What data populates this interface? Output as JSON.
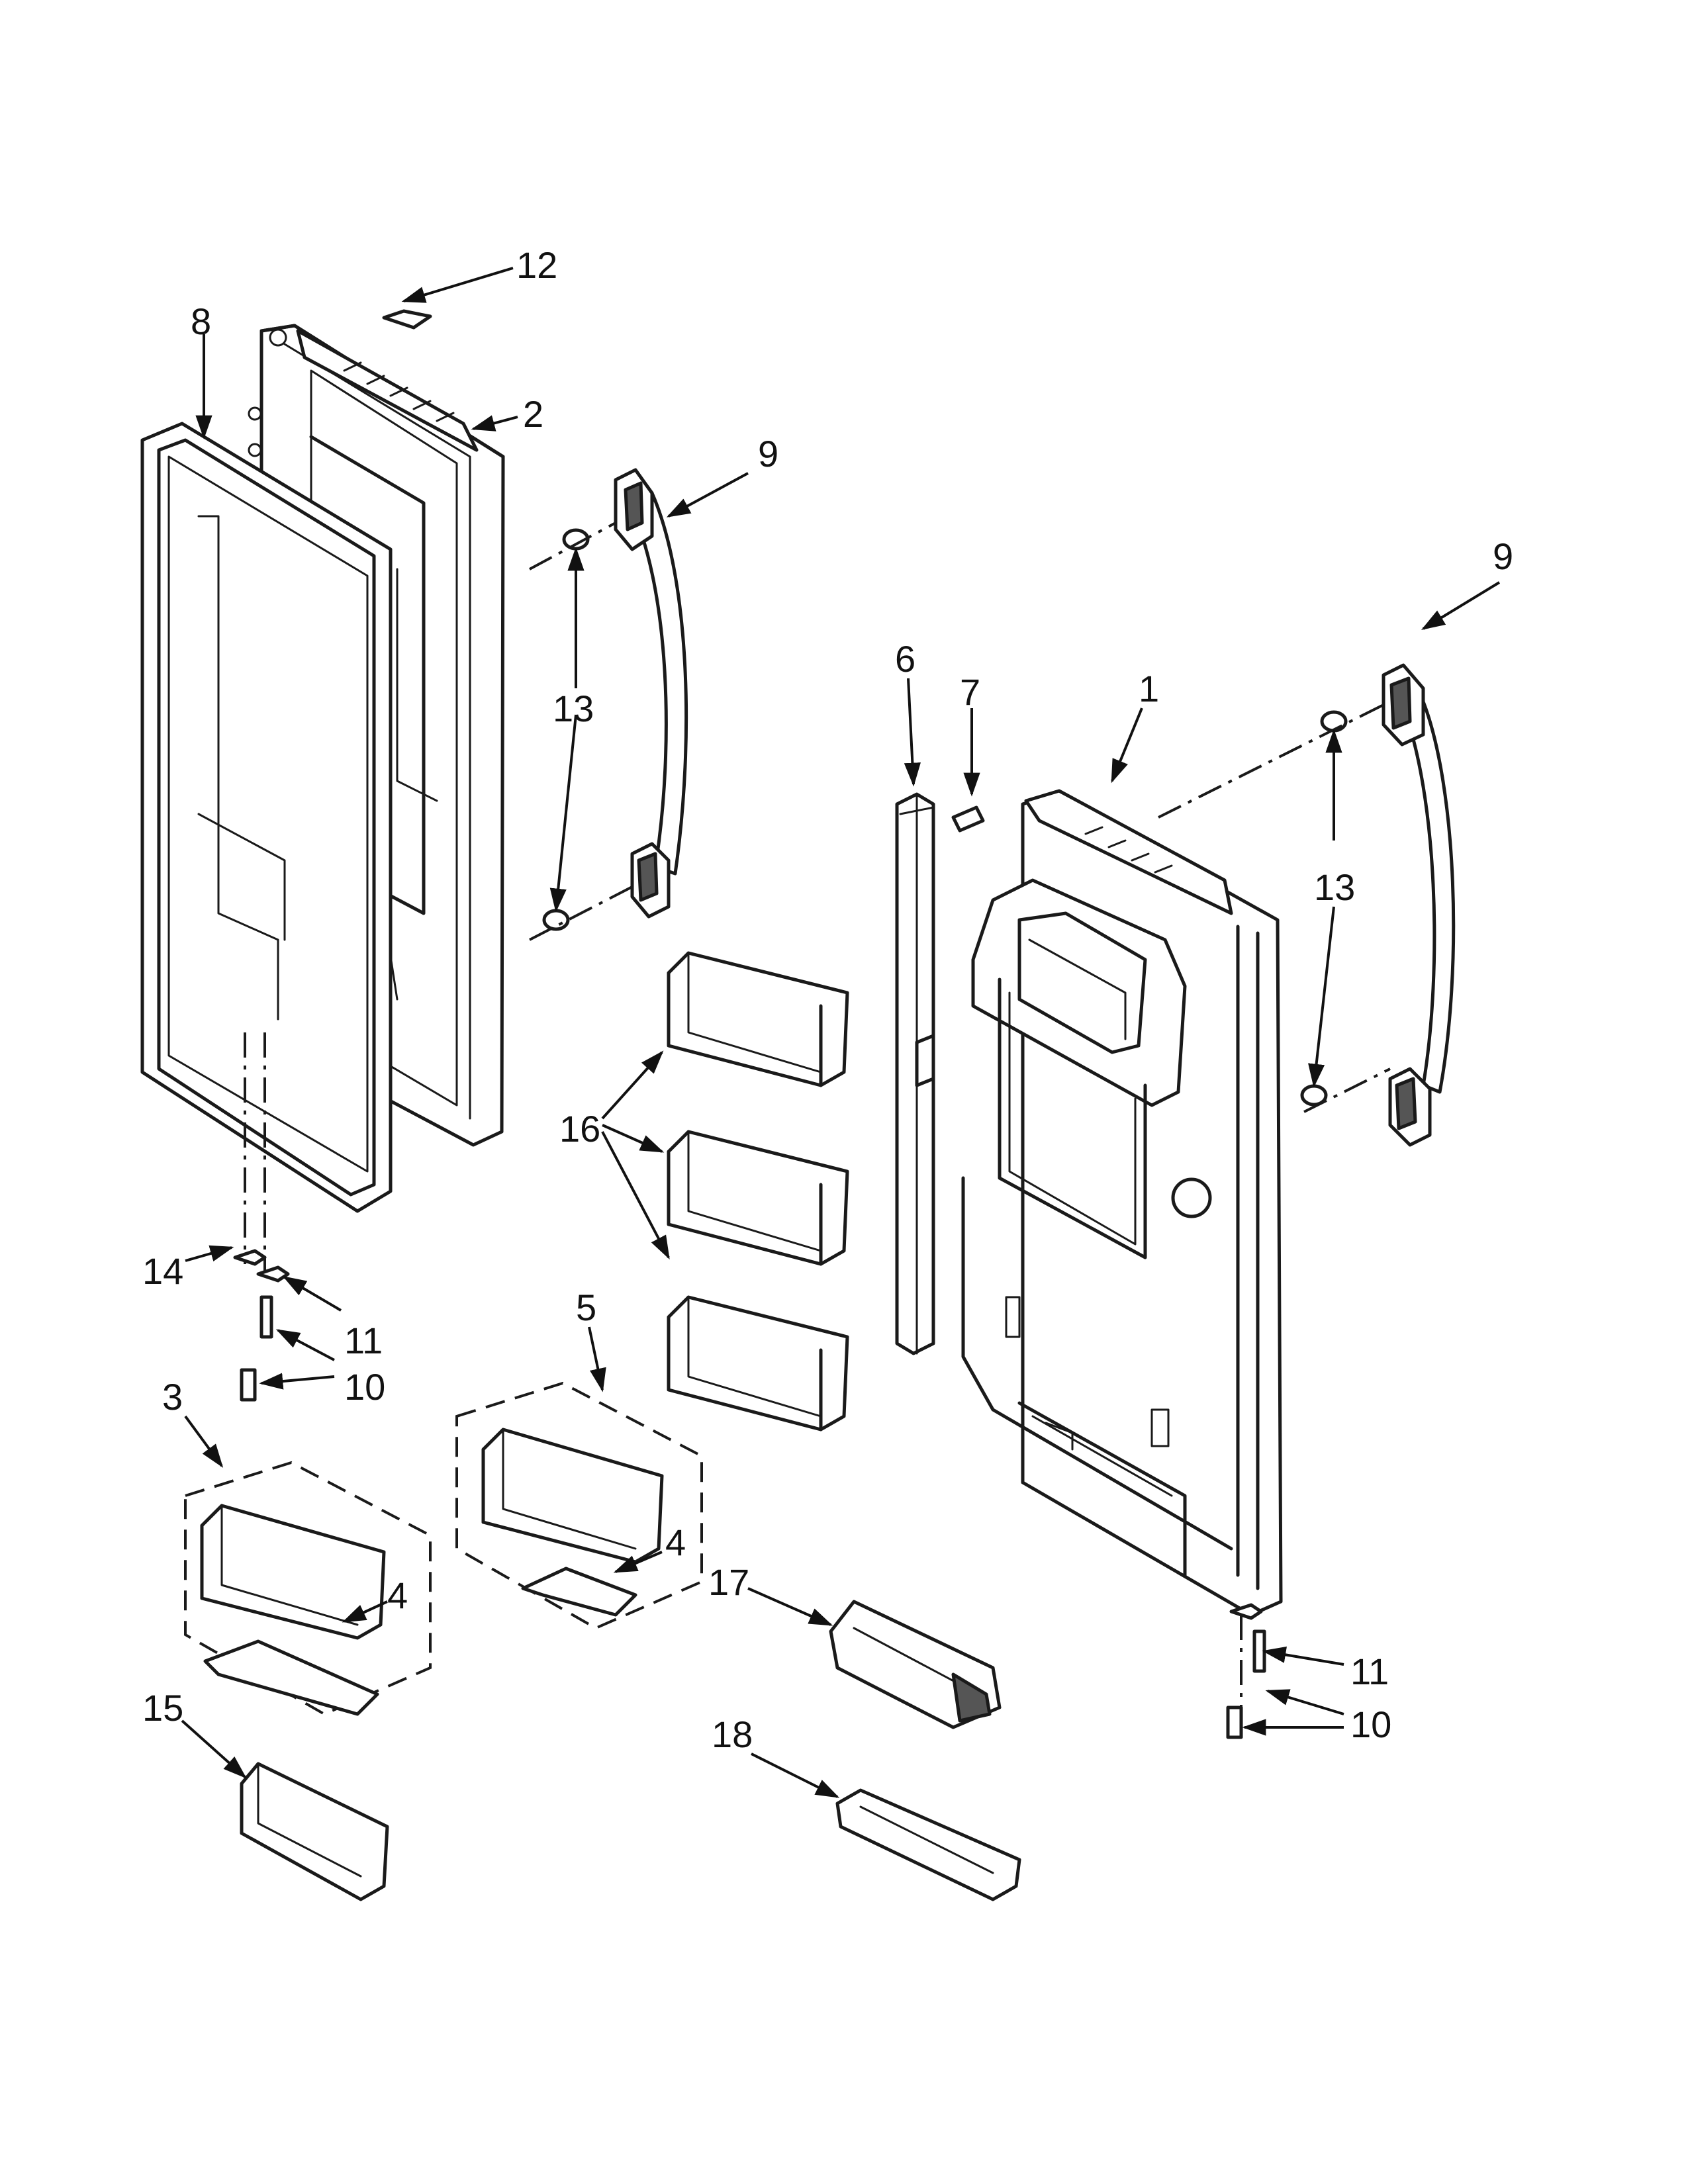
{
  "callouts": [
    {
      "id": "c12",
      "text": "12"
    },
    {
      "id": "c8",
      "text": "8"
    },
    {
      "id": "c2",
      "text": "2"
    },
    {
      "id": "c9a",
      "text": "9"
    },
    {
      "id": "c9b",
      "text": "9"
    },
    {
      "id": "c13a",
      "text": "13"
    },
    {
      "id": "c6",
      "text": "6"
    },
    {
      "id": "c7",
      "text": "7"
    },
    {
      "id": "c1",
      "text": "1"
    },
    {
      "id": "c13b",
      "text": "13"
    },
    {
      "id": "c16",
      "text": "16"
    },
    {
      "id": "c14",
      "text": "14"
    },
    {
      "id": "c11a",
      "text": "11"
    },
    {
      "id": "c10a",
      "text": "10"
    },
    {
      "id": "c5",
      "text": "5"
    },
    {
      "id": "c3",
      "text": "3"
    },
    {
      "id": "c4a",
      "text": "4"
    },
    {
      "id": "c4b",
      "text": "4"
    },
    {
      "id": "c17",
      "text": "17"
    },
    {
      "id": "c11b",
      "text": "11"
    },
    {
      "id": "c10b",
      "text": "10"
    },
    {
      "id": "c15",
      "text": "15"
    },
    {
      "id": "c18",
      "text": "18"
    }
  ],
  "colors": {
    "line": "#1a1a1a",
    "background": "#ffffff",
    "shade": "#d9d9d9"
  }
}
